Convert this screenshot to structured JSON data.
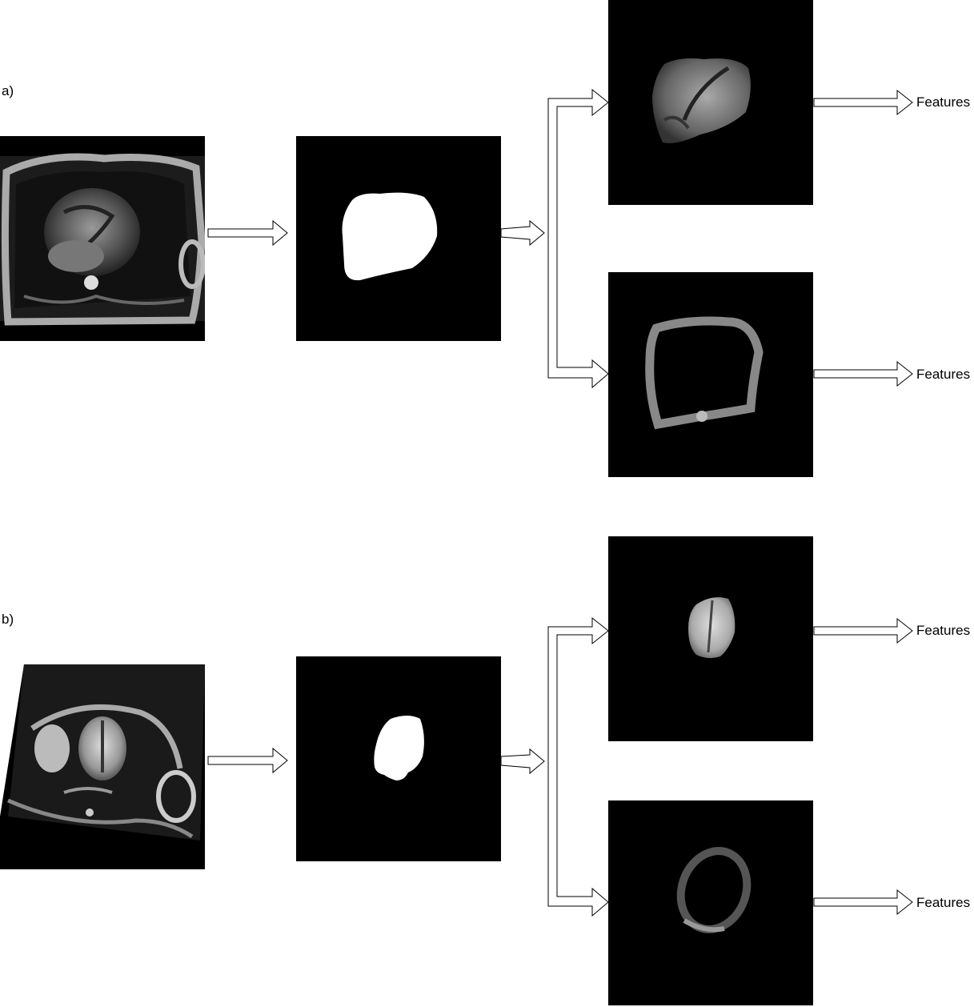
{
  "rows": [
    {
      "label": "a)",
      "features_top": "Features",
      "features_bottom": "Features"
    },
    {
      "label": "b)",
      "features_top": "Features",
      "features_bottom": "Features"
    }
  ],
  "icons": {
    "arrow": "hollow-block-arrow-icon",
    "fork": "branching-arrow-icon"
  },
  "colors": {
    "background": "#ffffff",
    "panel": "#000000",
    "mask": "#ffffff",
    "arrow_stroke": "#000000"
  }
}
